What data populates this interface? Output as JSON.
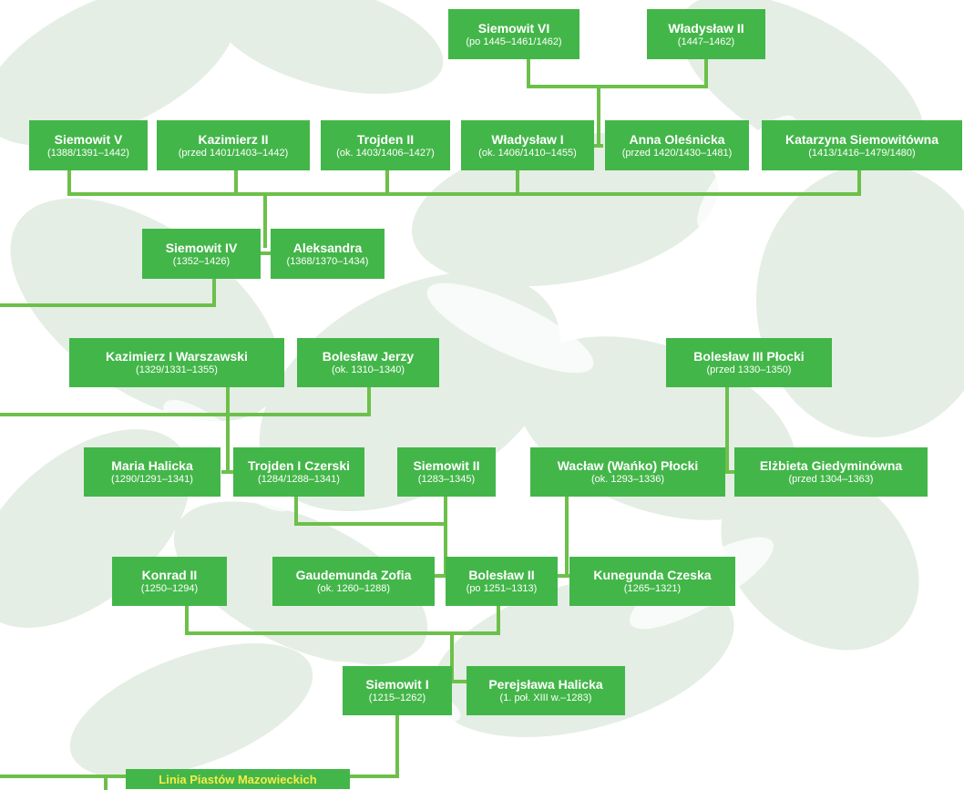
{
  "people": {
    "siemowit_vi": {
      "name": "Siemowit VI",
      "dates": "(po 1445–1461/1462)"
    },
    "wladyslaw_ii": {
      "name": "Władysław II",
      "dates": "(1447–1462)"
    },
    "siemowit_v": {
      "name": "Siemowit V",
      "dates": "(1388/1391–1442)"
    },
    "kazimierz_ii": {
      "name": "Kazimierz II",
      "dates": "(przed 1401/1403–1442)"
    },
    "trojden_ii": {
      "name": "Trojden II",
      "dates": "(ok. 1403/1406–1427)"
    },
    "wladyslaw_i": {
      "name": "Władysław I",
      "dates": "(ok. 1406/1410–1455)"
    },
    "anna_olesnicka": {
      "name": "Anna Oleśnicka",
      "dates": "(przed 1420/1430–1481)"
    },
    "katarzyna": {
      "name": "Katarzyna Siemowitówna",
      "dates": "(1413/1416–1479/1480)"
    },
    "siemowit_iv": {
      "name": "Siemowit IV",
      "dates": "(1352–1426)"
    },
    "aleksandra": {
      "name": "Aleksandra",
      "dates": "(1368/1370–1434)"
    },
    "kazimierz_i": {
      "name": "Kazimierz I Warszawski",
      "dates": "(1329/1331–1355)"
    },
    "boleslaw_jerzy": {
      "name": "Bolesław Jerzy",
      "dates": "(ok. 1310–1340)"
    },
    "boleslaw_iii": {
      "name": "Bolesław III Płocki",
      "dates": "(przed 1330–1350)"
    },
    "maria_halicka": {
      "name": "Maria Halicka",
      "dates": "(1290/1291–1341)"
    },
    "trojden_i": {
      "name": "Trojden I Czerski",
      "dates": "(1284/1288–1341)"
    },
    "siemowit_ii": {
      "name": "Siemowit II",
      "dates": "(1283–1345)"
    },
    "waclaw": {
      "name": "Wacław (Wańko) Płocki",
      "dates": "(ok. 1293–1336)"
    },
    "elzbieta": {
      "name": "Elżbieta Giedyminówna",
      "dates": "(przed 1304–1363)"
    },
    "konrad_ii": {
      "name": "Konrad II",
      "dates": "(1250–1294)"
    },
    "gaudemunda": {
      "name": "Gaudemunda Zofia",
      "dates": "(ok. 1260–1288)"
    },
    "boleslaw_ii": {
      "name": "Bolesław II",
      "dates": "(po 1251–1313)"
    },
    "kunegunda": {
      "name": "Kunegunda Czeska",
      "dates": "(1265–1321)"
    },
    "siemowit_i": {
      "name": "Siemowit I",
      "dates": "(1215–1262)"
    },
    "perejslawa": {
      "name": "Perejsława Halicka",
      "dates": "(1. poł. XIII w.–1283)"
    }
  },
  "banner": {
    "label": "Linia Piastów Mazowieckich"
  },
  "colors": {
    "box": "#43b649",
    "line": "#6cc04a",
    "banner_text": "#f6eb4a",
    "background_leaves": "#e6efe7"
  }
}
